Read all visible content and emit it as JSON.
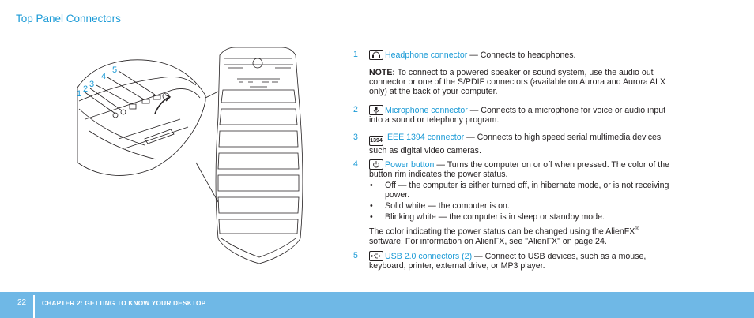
{
  "section_title": "Top Panel Connectors",
  "figure": {
    "callouts": [
      "1",
      "2",
      "3",
      "4",
      "5"
    ]
  },
  "items": [
    {
      "number": "1",
      "icon": "headphone-icon",
      "name": "Headphone connector",
      "description": " — Connects to headphones.",
      "note_label": "NOTE:",
      "note_text": " To connect to a powered speaker or sound system, use the audio out connector or one of the S/PDIF connectors (available on Aurora and Aurora ALX only) at the back of your computer."
    },
    {
      "number": "2",
      "icon": "microphone-icon",
      "name": "Microphone connector",
      "description": " — Connects to a microphone for voice or audio input into a sound or telephony program."
    },
    {
      "number": "3",
      "icon": "ieee-1394-icon",
      "icon_text": "1394",
      "name": "IEEE 1394 connector",
      "description": " — Connects to high speed serial multimedia devices such as digital video cameras."
    },
    {
      "number": "4",
      "icon": "power-icon",
      "name": "Power button",
      "description": " — Turns the computer on or off when pressed. The color of the button rim indicates the power status.",
      "bullets": [
        "Off — the computer is either turned off, in hibernate mode, or is not receiving power.",
        "Solid white — the computer is on.",
        "Blinking white — the computer is in sleep or standby mode."
      ],
      "para1": "The color indicating the power status can be changed using the AlienFX",
      "para_reg": "®",
      "para2": " software. For information on AlienFX, see \"AlienFX\" on page 24."
    },
    {
      "number": "5",
      "icon": "usb-icon",
      "name": "USB 2.0 connectors (2)",
      "description": " — Connect to USB devices, such as a mouse, keyboard, printer, external drive, or MP3 player."
    }
  ],
  "footer": {
    "page_number": "22",
    "chapter": "CHAPTER 2: GETTING TO KNOW  YOUR DESKTOP"
  },
  "colors": {
    "accent": "#1a9ad6",
    "footer_bg": "#6fb8e6",
    "text": "#231f20"
  }
}
